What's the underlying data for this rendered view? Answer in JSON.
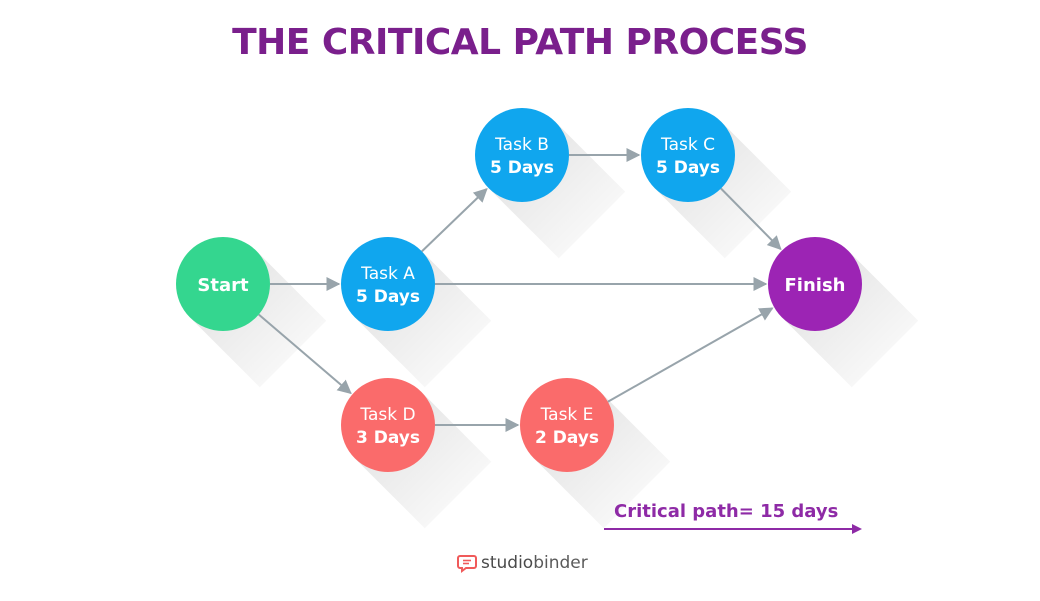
{
  "title": "THE CRITICAL PATH PROCESS",
  "colors": {
    "title": "#7a1f8c",
    "start": "#34d68f",
    "task_blue": "#10a6ee",
    "task_red": "#fa6b6b",
    "finish": "#9c24b4",
    "connector": "#98a4ab",
    "critical": "#8e2aa6",
    "brand_icon": "#f05a5a"
  },
  "nodes": [
    {
      "id": "start",
      "name": "Start",
      "days": "",
      "color": "start"
    },
    {
      "id": "a",
      "name": "Task A",
      "days": "5 Days",
      "color": "task_blue"
    },
    {
      "id": "b",
      "name": "Task B",
      "days": "5 Days",
      "color": "task_blue"
    },
    {
      "id": "c",
      "name": "Task C",
      "days": "5 Days",
      "color": "task_blue"
    },
    {
      "id": "d",
      "name": "Task D",
      "days": "3 Days",
      "color": "task_red"
    },
    {
      "id": "e",
      "name": "Task E",
      "days": "2 Days",
      "color": "task_red"
    },
    {
      "id": "finish",
      "name": "Finish",
      "days": "",
      "color": "finish"
    }
  ],
  "edges": [
    {
      "from": "start",
      "to": "a"
    },
    {
      "from": "start",
      "to": "d"
    },
    {
      "from": "a",
      "to": "b"
    },
    {
      "from": "a",
      "to": "finish"
    },
    {
      "from": "b",
      "to": "c"
    },
    {
      "from": "c",
      "to": "finish"
    },
    {
      "from": "d",
      "to": "e"
    },
    {
      "from": "e",
      "to": "finish"
    }
  ],
  "critical_path": {
    "label": "Critical path= 15 days"
  },
  "brand": {
    "icon": "chat-bubble-icon",
    "word_1": "studio",
    "word_2": "binder"
  }
}
